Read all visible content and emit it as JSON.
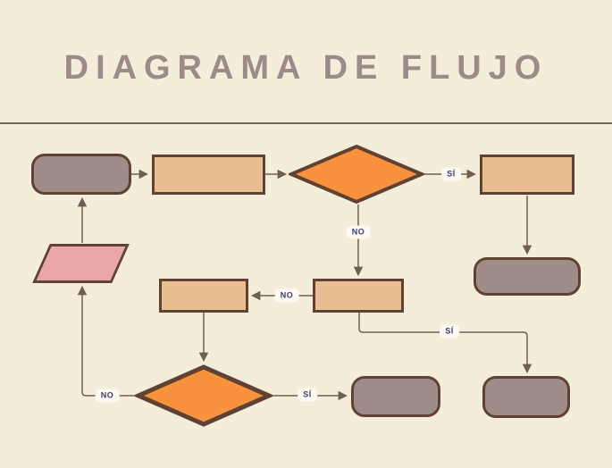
{
  "title": "DIAGRAMA DE FLUJO",
  "edge_labels": {
    "decision1_yes": "SÍ",
    "decision1_no": "NO",
    "check_no": "NO",
    "check_yes": "SÍ",
    "decision2_no": "NO",
    "decision2_yes": "SÍ"
  },
  "colors": {
    "background": "#f4edda",
    "title_text": "#9c8b88",
    "divider": "#5e4f43",
    "shape_border": "#5f4232",
    "terminator_fill": "#a08d8a",
    "process_fill": "#e8bd92",
    "decision_fill": "#f9923f",
    "data_fill": "#eba6a8",
    "connector": "#6e5e54",
    "label_bg": "#fdfaf3",
    "label_text": "#423a6b"
  }
}
